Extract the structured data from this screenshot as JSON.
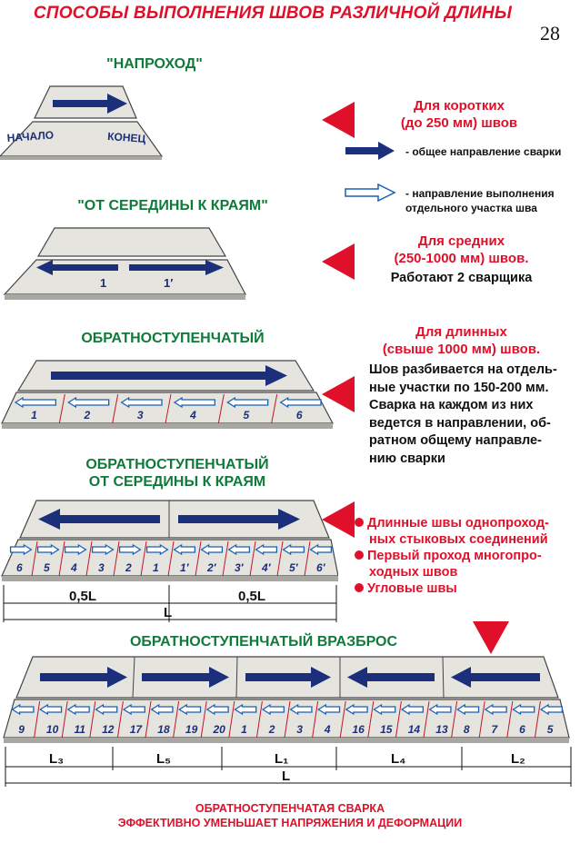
{
  "page": {
    "title": "СПОСОБЫ ВЫПОЛНЕНИЯ ШВОВ РАЗЛИЧНОЙ ДЛИНЫ",
    "page_number": "28",
    "footer_line1": "ОБРАТНОСТУПЕНЧАТАЯ СВАРКА",
    "footer_line2": "ЭФФЕКТИВНО УМЕНЬШАЕТ НАПРЯЖЕНИЯ И ДЕФОРМАЦИИ"
  },
  "colors": {
    "accent_red": "#e0102a",
    "heading_green": "#0f7a3a",
    "arrow_blue": "#1b2f7a",
    "plate": "#e6e4df"
  },
  "legend": {
    "solid_label": "- общее направление сварки",
    "hollow_label_1": "- направление выполнения",
    "hollow_label_2": "отдельного участка шва",
    "solid_icon": "solid-arrow-icon",
    "hollow_icon": "hollow-arrow-icon"
  },
  "s1": {
    "heading": "\"НАПРОХОД\"",
    "start_label": "НАЧАЛО",
    "end_label": "КОНЕЦ",
    "desc_line1": "Для коротких",
    "desc_line2": "(до 250 мм) швов"
  },
  "s2": {
    "heading": "\"ОТ СЕРЕДИНЫ К КРАЯМ\"",
    "label_left": "1",
    "label_right": "1′",
    "desc_line1": "Для средних",
    "desc_line2": "(250-1000 мм) швов.",
    "desc_line3": "Работают 2 сварщика"
  },
  "s3": {
    "heading": "ОБРАТНОСТУПЕНЧАТЫЙ",
    "segments": [
      "1",
      "2",
      "3",
      "4",
      "5",
      "6"
    ],
    "desc_line1": "Для длинных",
    "desc_line2": "(свыше 1000 мм) швов.",
    "body_lines": [
      "Шов разбивается на отдель-",
      "ные участки по 150-200 мм.",
      "Сварка на каждом из них",
      "ведется в направлении, об-",
      "ратном общему направле-",
      "нию сварки"
    ]
  },
  "s4": {
    "heading_line1": "ОБРАТНОСТУПЕНЧАТЫЙ",
    "heading_line2": "ОТ СЕРЕДИНЫ К КРАЯМ",
    "segments": [
      "6",
      "5",
      "4",
      "3",
      "2",
      "1",
      "1′",
      "2′",
      "3′",
      "4′",
      "5′",
      "6′"
    ],
    "dim_half_left": "0,5L",
    "dim_half_right": "0,5L",
    "dim_total": "L",
    "bullets": [
      [
        "Длинные швы однопроход-",
        "ных стыковых соединений"
      ],
      [
        "Первый проход многопро-",
        "ходных швов"
      ],
      [
        "Угловые швы"
      ]
    ]
  },
  "s5": {
    "heading": "ОБРАТНОСТУПЕНЧАТЫЙ ВРАЗБРОС",
    "segments": [
      "9",
      "10",
      "11",
      "12",
      "17",
      "18",
      "19",
      "20",
      "1",
      "2",
      "3",
      "4",
      "16",
      "15",
      "14",
      "13",
      "8",
      "7",
      "6",
      "5"
    ],
    "dims": [
      "L₃",
      "L₅",
      "L₁",
      "L₄",
      "L₂"
    ],
    "dim_total": "L"
  }
}
